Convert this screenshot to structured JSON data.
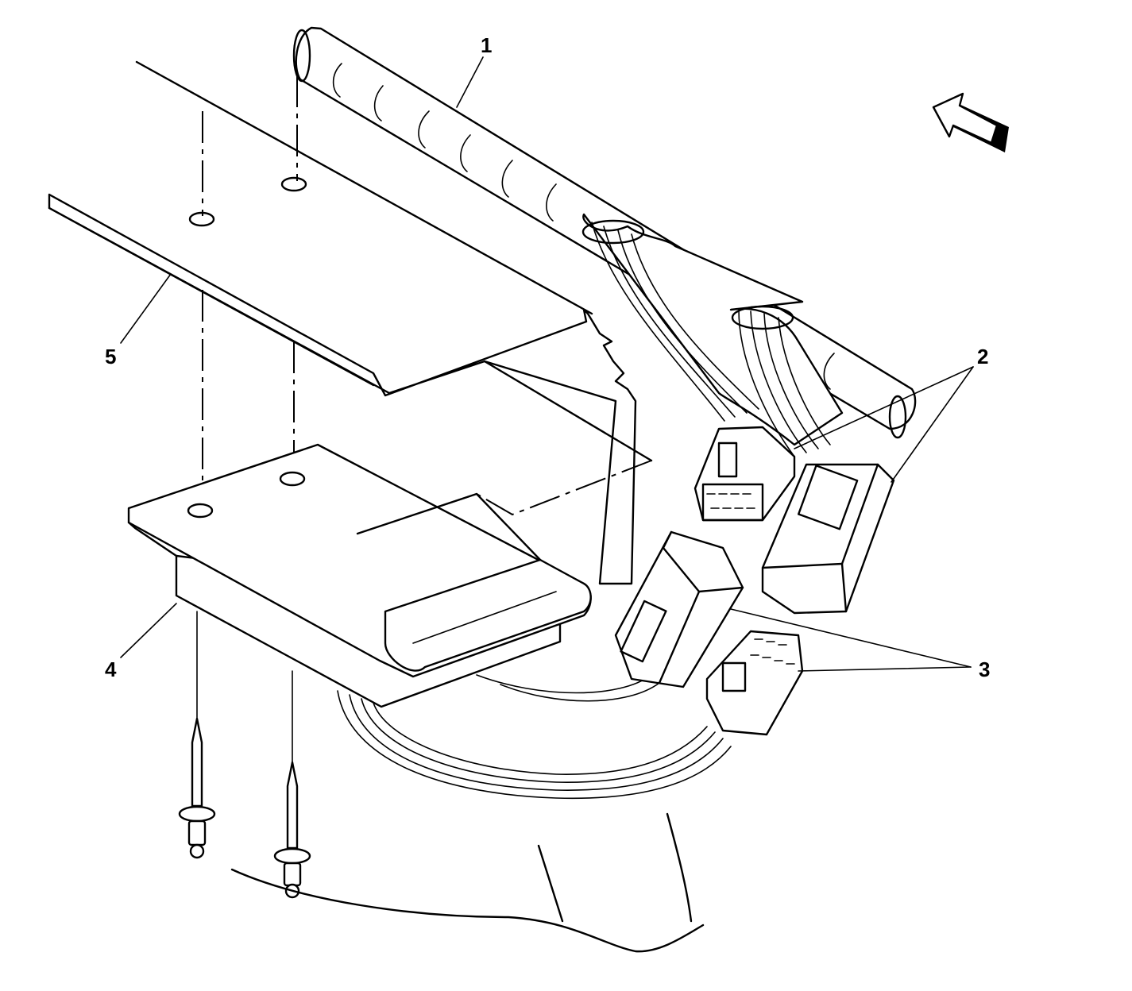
{
  "callouts": {
    "c1": {
      "label": "1"
    },
    "c2": {
      "label": "2"
    },
    "c3": {
      "label": "3"
    },
    "c4": {
      "label": "4"
    },
    "c5": {
      "label": "5"
    }
  },
  "icons": {
    "view_direction": "direction-arrow-icon"
  }
}
